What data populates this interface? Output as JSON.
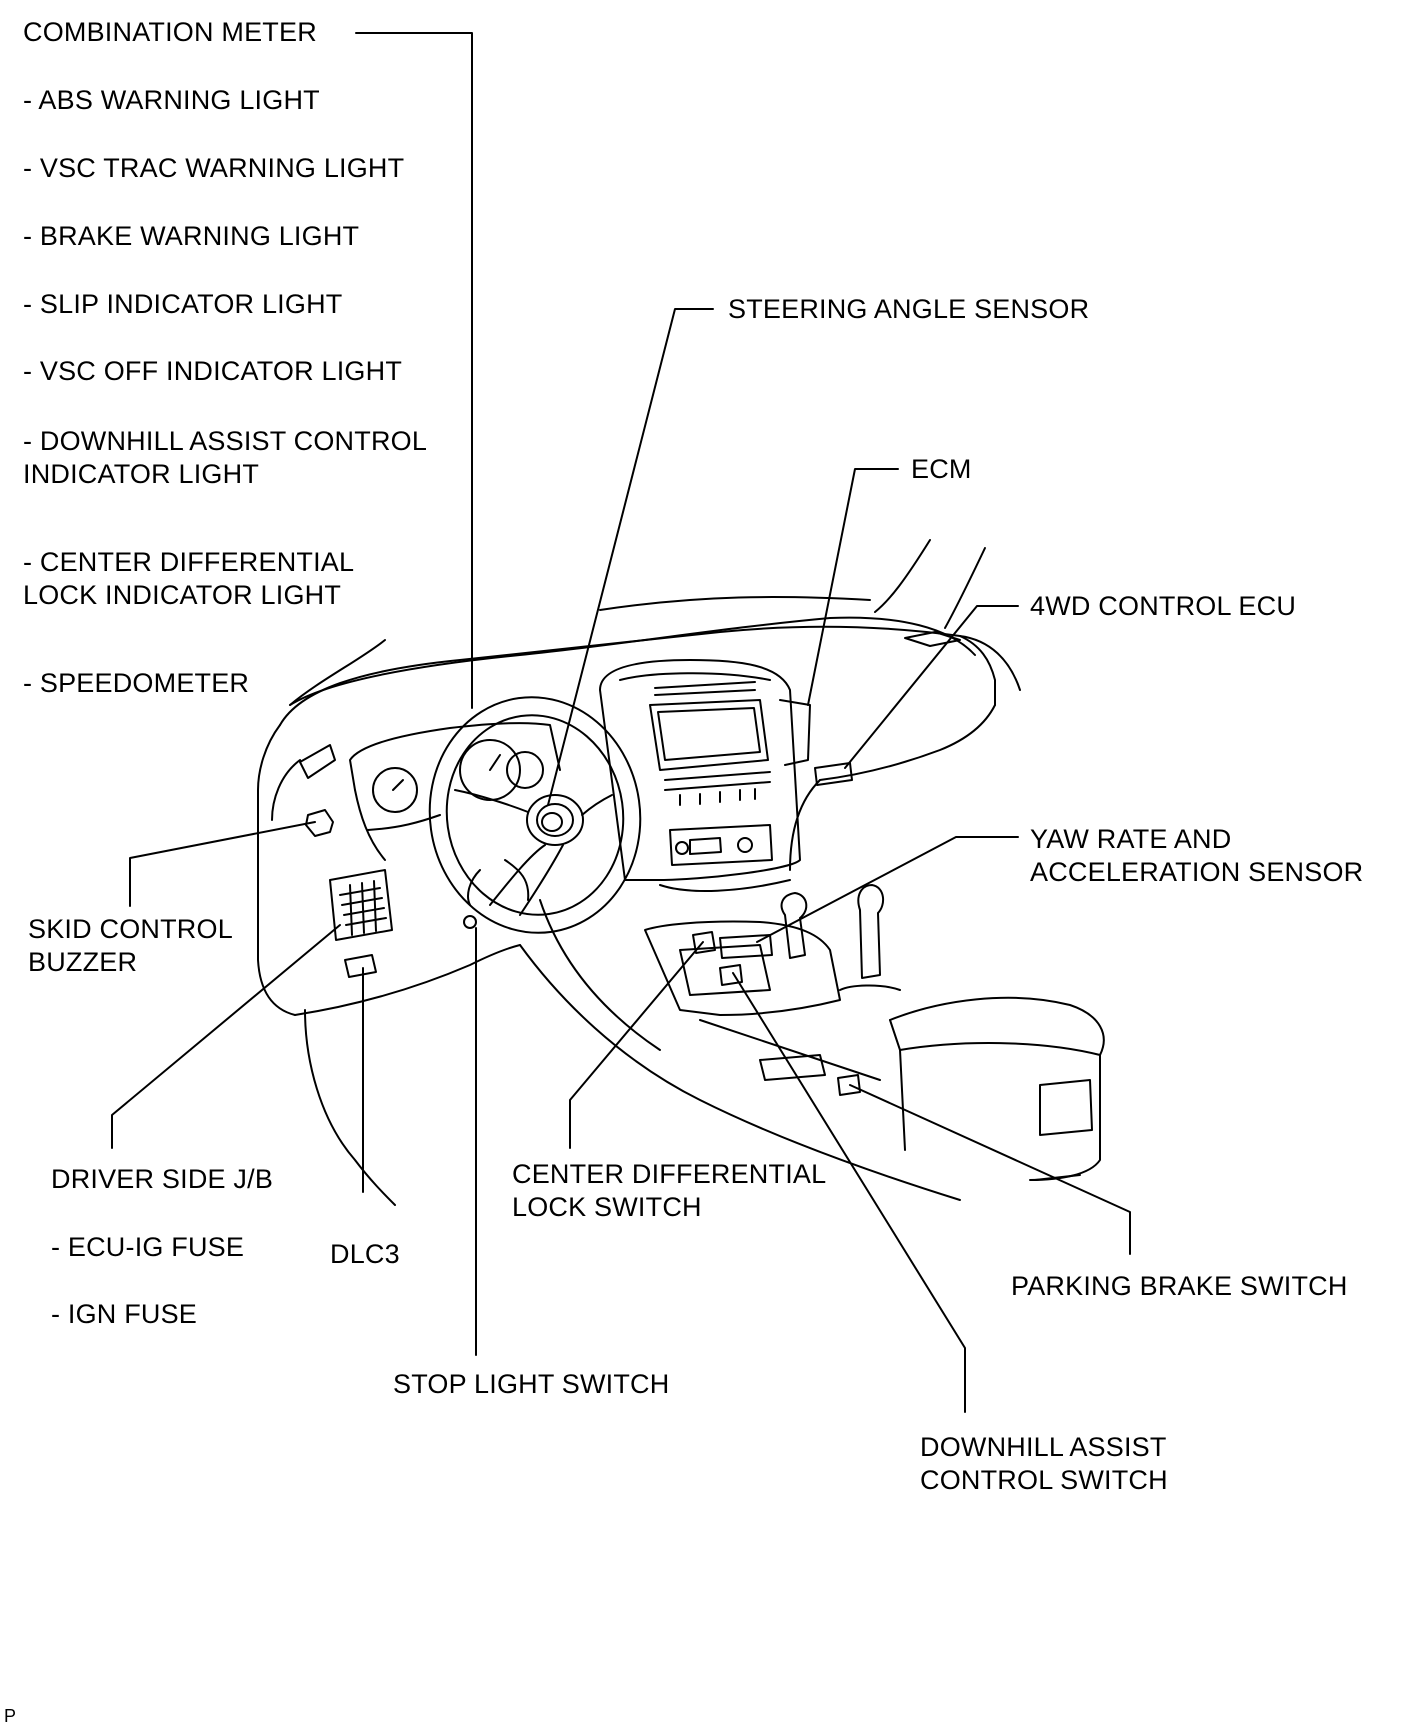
{
  "diagram": {
    "labels": {
      "combination_meter": "COMBINATION METER",
      "abs_warning_light": "- ABS WARNING LIGHT",
      "vsc_trac_warning_light": "- VSC TRAC WARNING LIGHT",
      "brake_warning_light": "- BRAKE WARNING LIGHT",
      "slip_indicator_light": "- SLIP INDICATOR LIGHT",
      "vsc_off_indicator_light": "- VSC OFF INDICATOR LIGHT",
      "downhill_assist_indicator_line1": "- DOWNHILL ASSIST CONTROL",
      "downhill_assist_indicator_line2": "INDICATOR LIGHT",
      "center_diff_indicator_line1": "- CENTER DIFFERENTIAL",
      "center_diff_indicator_line2": "LOCK INDICATOR LIGHT",
      "speedometer": "- SPEEDOMETER",
      "steering_angle_sensor": "STEERING ANGLE SENSOR",
      "ecm": "ECM",
      "four_wd_control_ecu": "4WD CONTROL ECU",
      "yaw_rate_line1": "YAW RATE AND",
      "yaw_rate_line2": "ACCELERATION SENSOR",
      "skid_control_buzzer_line1": "SKID CONTROL",
      "skid_control_buzzer_line2": "BUZZER",
      "driver_side_jb": "DRIVER SIDE J/B",
      "ecu_ig_fuse": "- ECU-IG FUSE",
      "ign_fuse": "- IGN FUSE",
      "dlc3": "DLC3",
      "stop_light_switch": "STOP LIGHT SWITCH",
      "center_diff_lock_switch_line1": "CENTER DIFFERENTIAL",
      "center_diff_lock_switch_line2": "LOCK SWITCH",
      "parking_brake_switch": "PARKING BRAKE SWITCH",
      "downhill_assist_switch_line1": "DOWNHILL ASSIST",
      "downhill_assist_switch_line2": "CONTROL SWITCH"
    },
    "footer_code": "P",
    "colors": {
      "line": "#000000",
      "background": "#ffffff"
    }
  }
}
